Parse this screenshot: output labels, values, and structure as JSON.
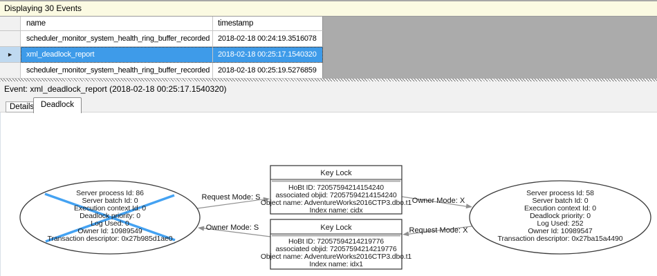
{
  "window": {
    "banner": "Displaying 30 Events"
  },
  "events_table": {
    "columns": {
      "name": "name",
      "timestamp": "timestamp"
    },
    "row_marker": "►",
    "rows": [
      {
        "name": "scheduler_monitor_system_health_ring_buffer_recorded",
        "timestamp": "2018-02-18 00:24:19.3516078",
        "selected": false
      },
      {
        "name": "xml_deadlock_report",
        "timestamp": "2018-02-18 00:25:17.1540320",
        "selected": true
      },
      {
        "name": "scheduler_monitor_system_health_ring_buffer_recorded",
        "timestamp": "2018-02-18 00:25:19.5276859",
        "selected": false
      }
    ]
  },
  "event_header": {
    "label": "Event: xml_deadlock_report (2018-02-18 00:25:17.1540320)"
  },
  "tabs": {
    "details": "Details",
    "deadlock": "Deadlock",
    "active": "Deadlock"
  },
  "deadlock_graph": {
    "processes": [
      {
        "side": "left",
        "victim": true,
        "lines": [
          "Server process Id: 86",
          "Server batch Id: 0",
          "Execution context Id: 0",
          "Deadlock priority: 0",
          "Log Used: 0",
          "Owner Id: 10989549",
          "Transaction descriptor: 0x27b985d1ae0"
        ]
      },
      {
        "side": "right",
        "victim": false,
        "lines": [
          "Server process Id: 58",
          "Server batch Id: 0",
          "Execution context Id: 0",
          "Deadlock priority: 0",
          "Log Used: 252",
          "Owner Id: 10989547",
          "Transaction descriptor: 0x27ba15a4490"
        ]
      }
    ],
    "locks": [
      {
        "title": "Key Lock",
        "lines": [
          "HoBt ID: 72057594214154240",
          "associated objid: 72057594214154240",
          "Object name: AdventureWorks2016CTP3.dbo.t1",
          "Index name: cidx"
        ]
      },
      {
        "title": "Key Lock",
        "lines": [
          "HoBt ID: 72057594214219776",
          "associated objid: 72057594214219776",
          "Object name: AdventureWorks2016CTP3.dbo.t1",
          "Index name: idx1"
        ]
      }
    ],
    "edges": [
      {
        "label": "Request Mode: S",
        "from": "process-left",
        "to": "lock-top"
      },
      {
        "label": "Owner Mode: S",
        "from": "lock-bottom",
        "to": "process-left"
      },
      {
        "label": "Owner Mode: X",
        "from": "lock-top",
        "to": "process-right"
      },
      {
        "label": "Request Mode: X",
        "from": "process-right",
        "to": "lock-bottom"
      }
    ]
  },
  "colors": {
    "selection_blue": "#3e9be9",
    "selection_marker_cell": "#bfd9f0",
    "banner_yellow": "#fbfae2",
    "grid_filler_gray": "#ababab",
    "victim_cross_blue": "#44a2f2",
    "edge_gray": "#8f8f8f"
  }
}
